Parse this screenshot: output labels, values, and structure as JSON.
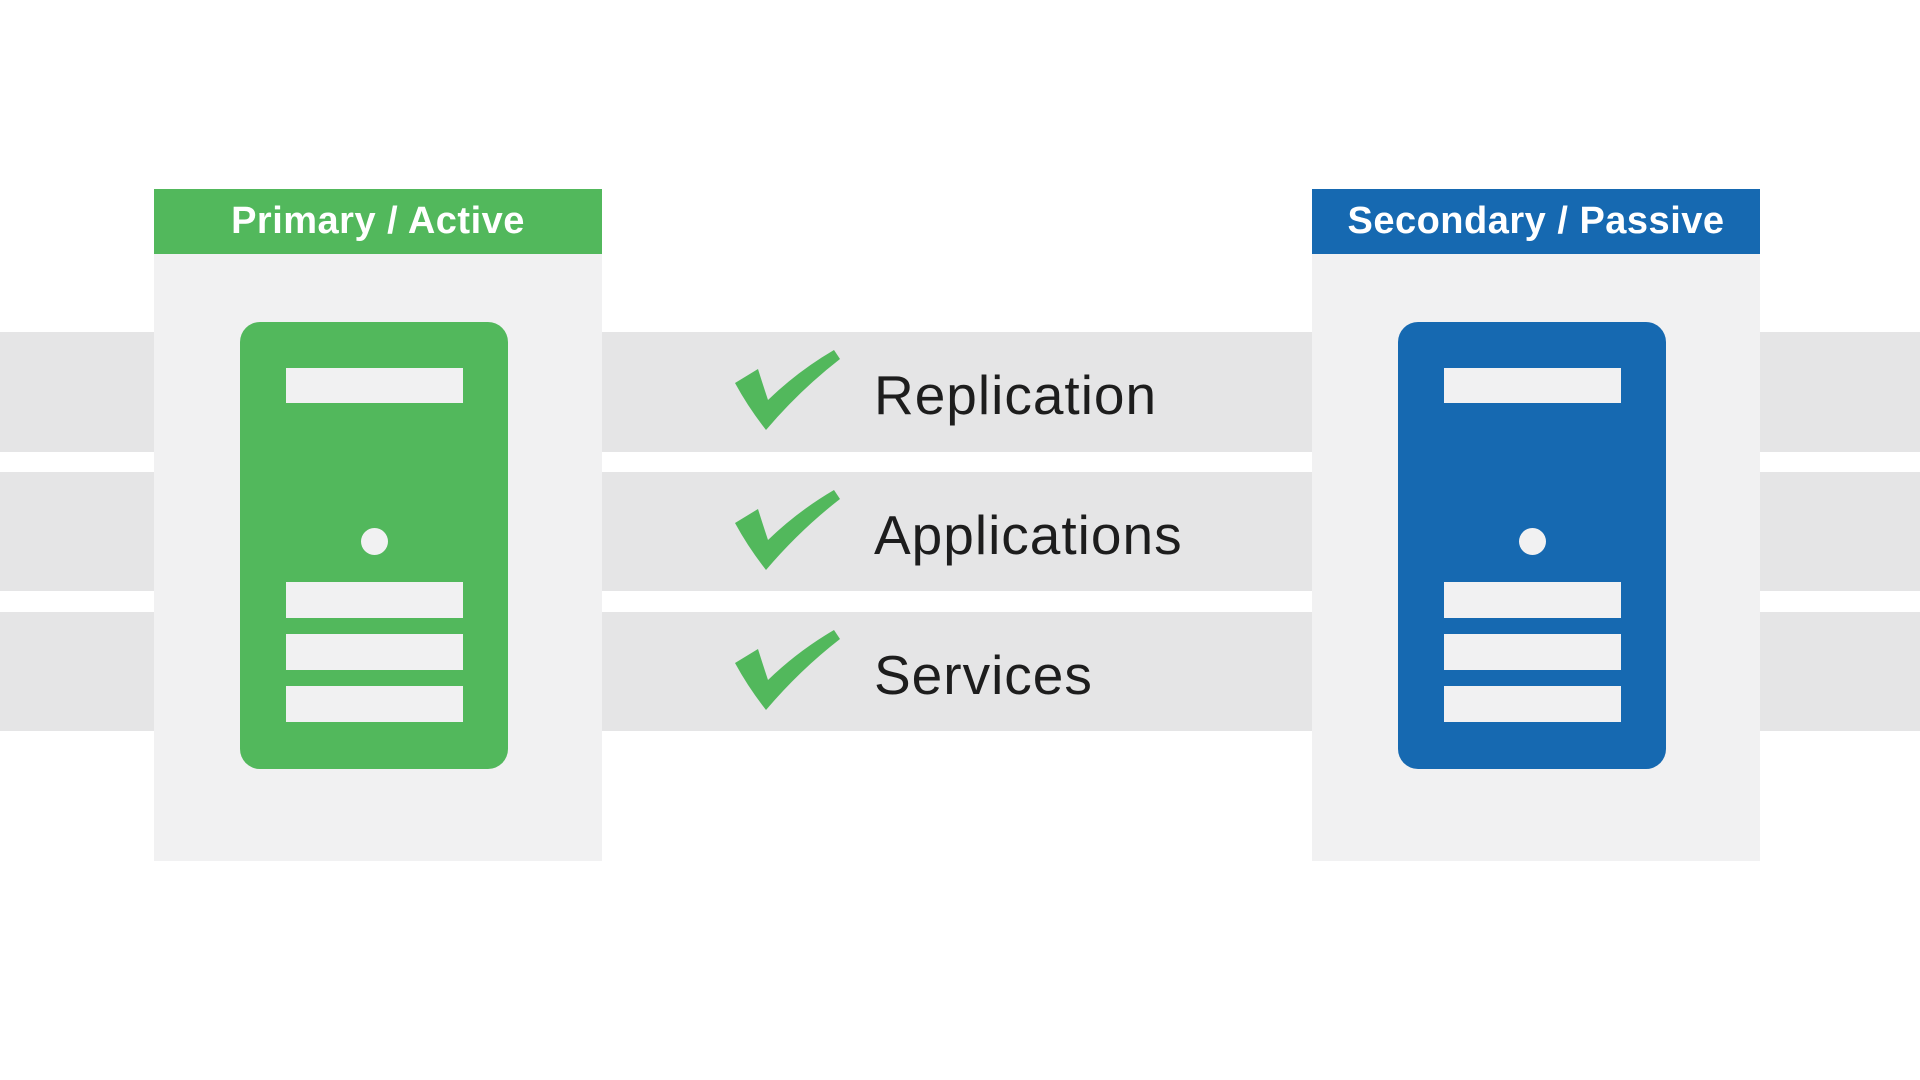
{
  "title": "Active-Passive Failover Diagram",
  "colors": {
    "green": "#52b85c",
    "blue": "#1669b1",
    "card-bg": "#f1f1f2",
    "band-bg": "#e5e5e6",
    "text": "#1d1d1d",
    "header-text": "#ffffff",
    "page-bg": "#ffffff"
  },
  "left_server": {
    "title": "Primary / Active",
    "accent": "#52b85c"
  },
  "right_server": {
    "title": "Secondary / Passive",
    "accent": "#1669b1"
  },
  "sync_items": [
    {
      "label": "Replication",
      "checked": true
    },
    {
      "label": "Applications",
      "checked": true
    },
    {
      "label": "Services",
      "checked": true
    }
  ],
  "checkmark_color": "#52b85c"
}
